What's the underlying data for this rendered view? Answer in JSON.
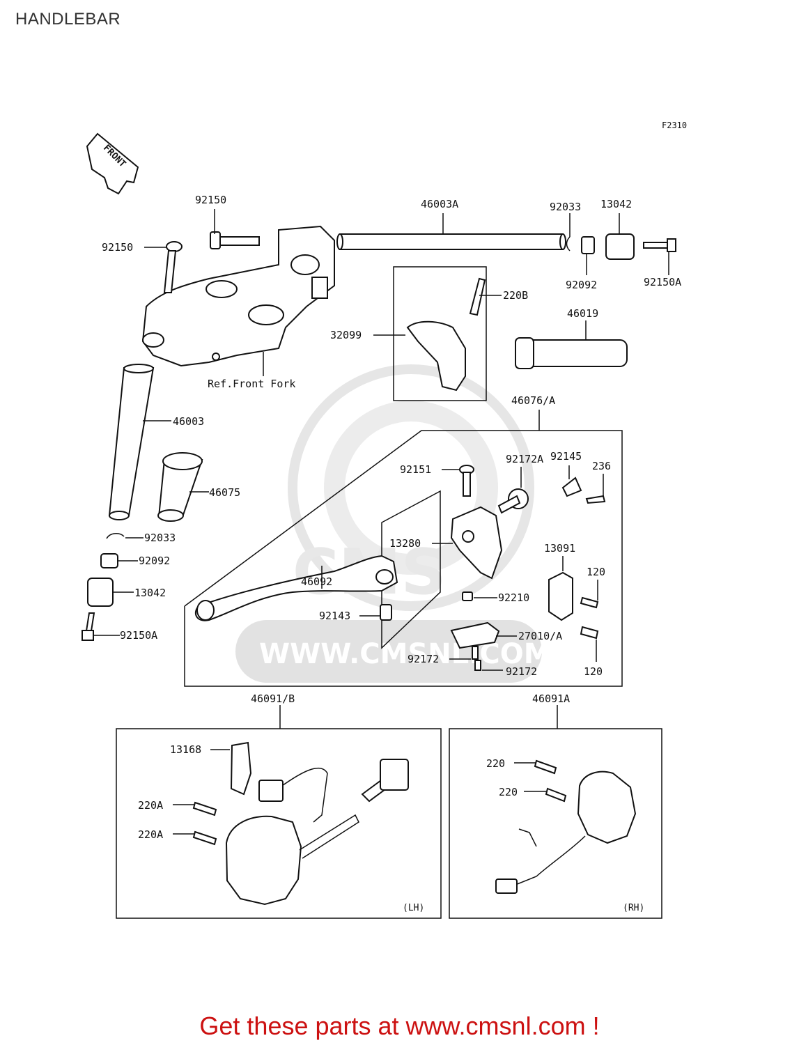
{
  "header": {
    "title": "HANDLEBAR"
  },
  "diagram": {
    "figure_code": "F2310",
    "front_arrow_label": "FRONT",
    "watermark": {
      "logo_text": "CMS",
      "url_text": "WWW.CMSNL.COM"
    },
    "callouts": {
      "c92150_top": "92150",
      "c92150_left": "92150",
      "c46003A": "46003A",
      "c92033_top": "92033",
      "c13042_top": "13042",
      "c92092_top": "92092",
      "c92150A_top": "92150A",
      "c220B": "220B",
      "c32099": "32099",
      "c46019": "46019",
      "ref_front_fork": "Ref.Front Fork",
      "c46003": "46003",
      "c46075": "46075",
      "c92033_left": "92033",
      "c92092_left": "92092",
      "c13042_left": "13042",
      "c92150A_left": "92150A",
      "c46076A": "46076/A",
      "c92151": "92151",
      "c92172A": "92172A",
      "c92145": "92145",
      "c236": "236",
      "c46092": "46092",
      "c13280": "13280",
      "c13091": "13091",
      "c120_a": "120",
      "c92210": "92210",
      "c92143": "92143",
      "c27010A": "27010/A",
      "c92172_a": "92172",
      "c92172_b": "92172",
      "c120_b": "120",
      "c46091B": "46091/B",
      "c46091A": "46091A",
      "c13168": "13168",
      "c220A_a": "220A",
      "c220A_b": "220A",
      "c220_a": "220",
      "c220_b": "220",
      "lh": "(LH)",
      "rh": "(RH)"
    }
  },
  "footer": {
    "cta": "Get these parts at www.cmsnl.com !"
  },
  "colors": {
    "cta": "#cc1111",
    "line": "#111111",
    "watermark": "#e4e4e4"
  }
}
